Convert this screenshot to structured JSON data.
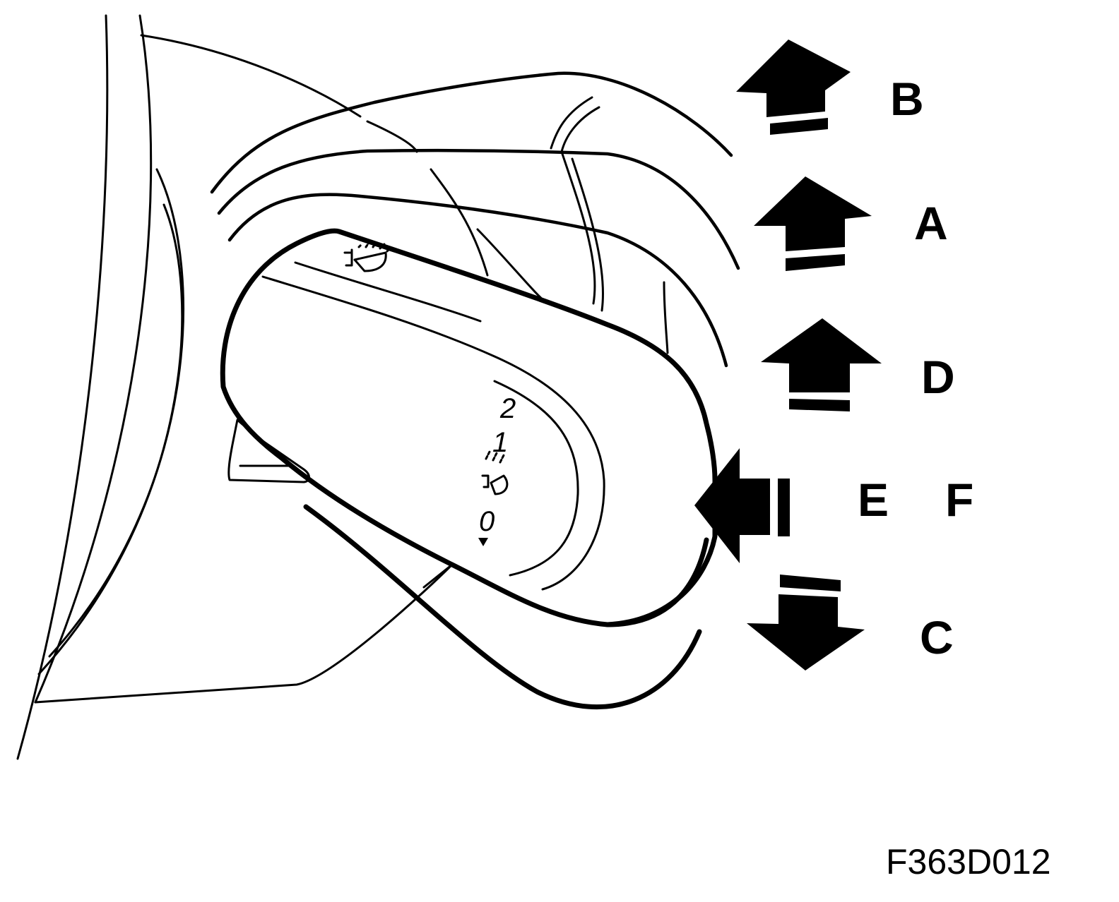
{
  "labels": {
    "b": "B",
    "a": "A",
    "d": "D",
    "e": "E",
    "f": "F",
    "c": "C"
  },
  "positions": {
    "p2": "2",
    "p1": "1",
    "p0": "0"
  },
  "figure_code": "F363D012",
  "icons": [
    "wiper-washer-icon",
    "intermittent-wiper-icon",
    "arrow-up-icon",
    "arrow-left-icon",
    "arrow-down-icon"
  ]
}
